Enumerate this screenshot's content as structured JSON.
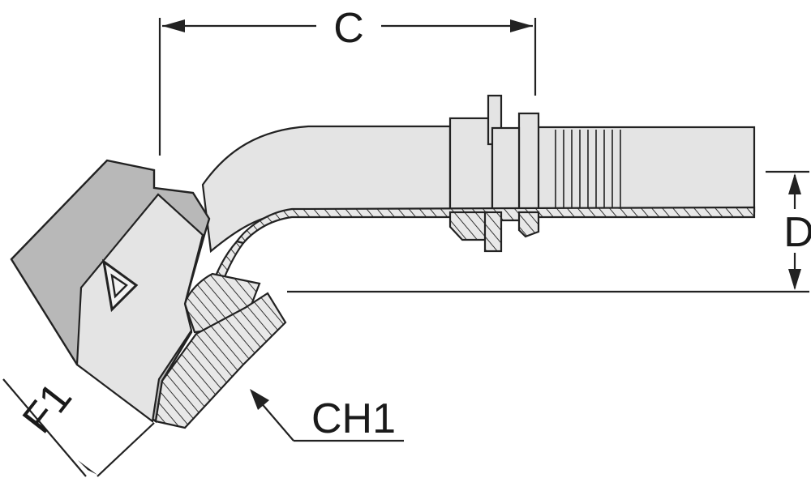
{
  "diagram": {
    "labels": {
      "c": "C",
      "d": "D",
      "f1": "F1",
      "ch1": "CH1"
    }
  }
}
